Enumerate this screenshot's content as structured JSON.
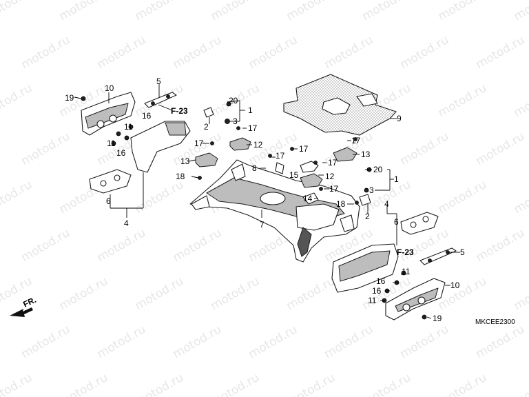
{
  "watermark": "motod.ru",
  "diagram_code": "MKCEE2300",
  "front_indicator": "FR.",
  "callouts": {
    "c1a": "1",
    "c1b": "1",
    "c2a": "2",
    "c2b": "2",
    "c3a": "3",
    "c3b": "3",
    "c4a": "4",
    "c4b": "4",
    "c5a": "5",
    "c5b": "5",
    "c6a": "6",
    "c6b": "6",
    "c7": "7",
    "c8": "8",
    "c9": "9",
    "c10a": "10",
    "c10b": "10",
    "c11a": "11",
    "c11b": "11",
    "c11c": "11",
    "c11d": "11",
    "c12a": "12",
    "c12b": "12",
    "c13a": "13",
    "c13b": "13",
    "c14": "14",
    "c15": "15",
    "c16a": "16",
    "c16b": "16",
    "c16c": "16",
    "c16d": "16",
    "c17a": "17",
    "c17b": "17",
    "c17c": "17",
    "c17d": "17",
    "c17e": "17",
    "c17f": "17",
    "c17g": "17",
    "c18a": "18",
    "c18b": "18",
    "c19a": "19",
    "c19b": "19",
    "c20a": "20",
    "c20b": "20",
    "ref1": "F-23",
    "ref2": "F-23"
  }
}
